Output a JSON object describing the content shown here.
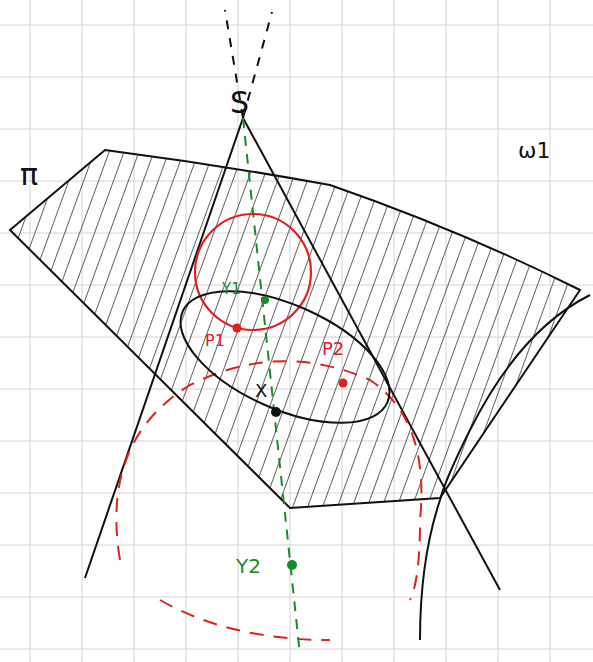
{
  "diagram": {
    "labels": [
      "S",
      "π",
      "ω1",
      "Y1",
      "P1",
      "P2",
      "X",
      "Y2"
    ]
  }
}
